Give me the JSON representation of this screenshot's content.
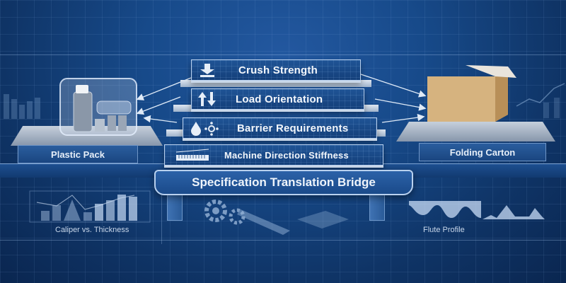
{
  "title": "Specification Translation Bridge",
  "left_platform": {
    "label": "Plastic Pack",
    "object": "clear-plastic-clamshell-with-bottles"
  },
  "right_platform": {
    "label": "Folding Carton",
    "object": "kraft-cardboard-box"
  },
  "layers": [
    {
      "label": "Crush Strength",
      "icon": "down-arrow-icon"
    },
    {
      "label": "Load Orientation",
      "icon": "up-down-arrows-icon"
    },
    {
      "label": "Barrier Requirements",
      "icon": "droplet-molecule-icon"
    },
    {
      "label": "Machine Direction Stiffness",
      "icon": "ruler-graph-icon"
    }
  ],
  "bottom_left_chart": {
    "label": "Caliper vs. Thickness",
    "bars": [
      30,
      45,
      40,
      25,
      55,
      70,
      85,
      80
    ]
  },
  "bottom_right_chart": {
    "label": "Flute Profile"
  },
  "colors": {
    "background": "#174a8a",
    "panel": "#1f5496",
    "border": "#b8d0ee",
    "carton": "#d2b07c"
  }
}
